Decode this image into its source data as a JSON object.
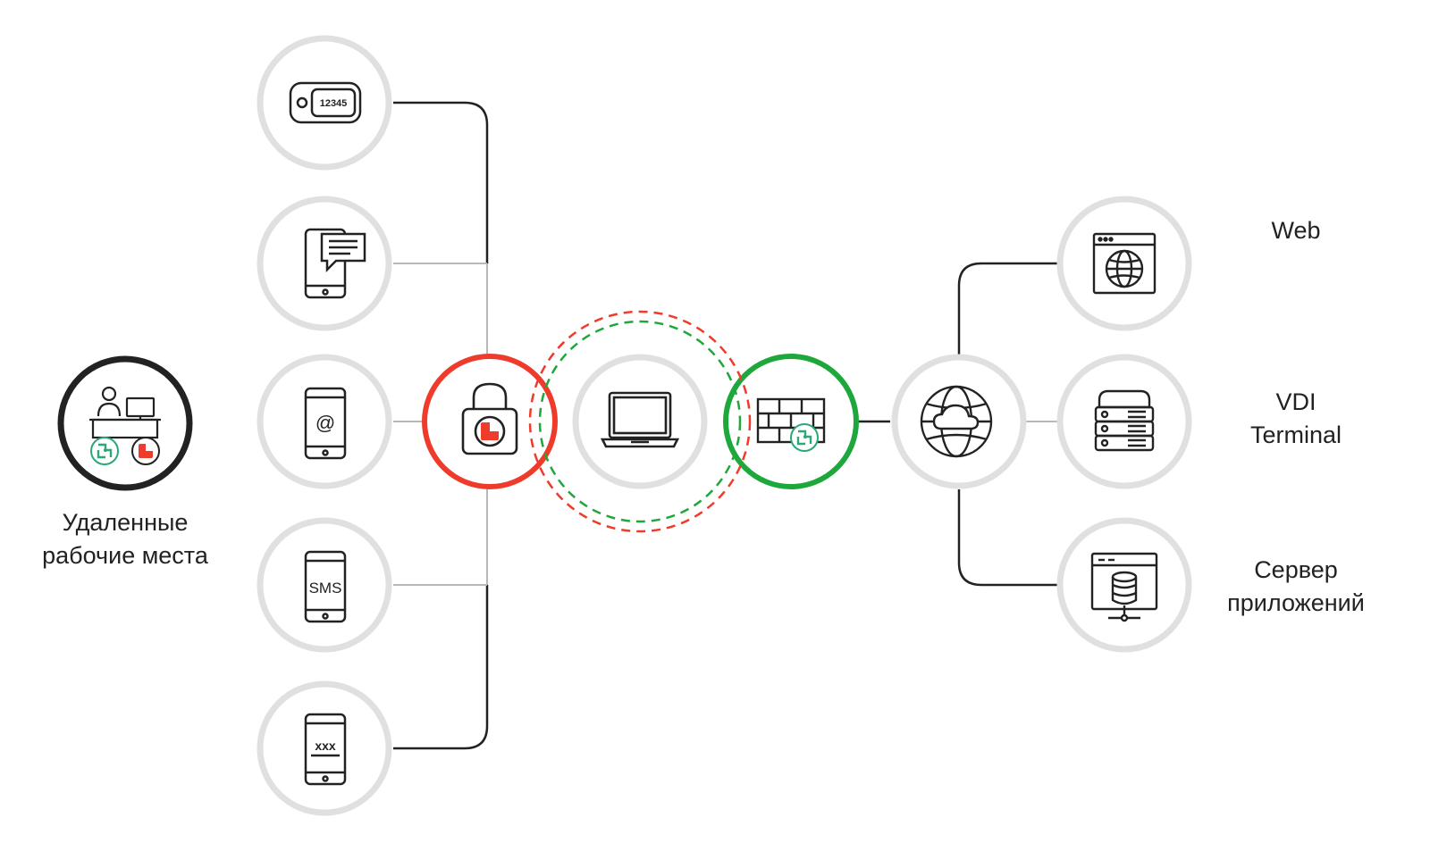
{
  "labels": {
    "remote_line1": "Удаленные",
    "remote_line2": "рабочие места",
    "web": "Web",
    "vdi_line1": "VDI",
    "vdi_line2": "Terminal",
    "app_line1": "Сервер",
    "app_line2": "приложений"
  },
  "icon_text": {
    "token_code": "12345",
    "sms": "SMS",
    "at": "@",
    "password_mask": "xxx"
  },
  "icons": {
    "token": "hardware-token-icon",
    "push": "phone-push-message-icon",
    "email": "phone-email-icon",
    "sms": "phone-sms-icon",
    "otp": "phone-password-icon",
    "remote": "remote-workplace-icon",
    "lock": "padlock-icon",
    "laptop": "laptop-icon",
    "firewall": "firewall-icon",
    "cloud": "cloud-globe-icon",
    "web": "web-browser-icon",
    "vdi": "server-rack-icon",
    "app": "application-server-icon"
  },
  "colors": {
    "ring_grey": "#e0e0e0",
    "ring_dark": "#222222",
    "red": "#ee3b2b",
    "green": "#1ea83c",
    "teal": "#2aa876",
    "line_dark": "#222222",
    "line_grey": "#b8b8b8"
  }
}
